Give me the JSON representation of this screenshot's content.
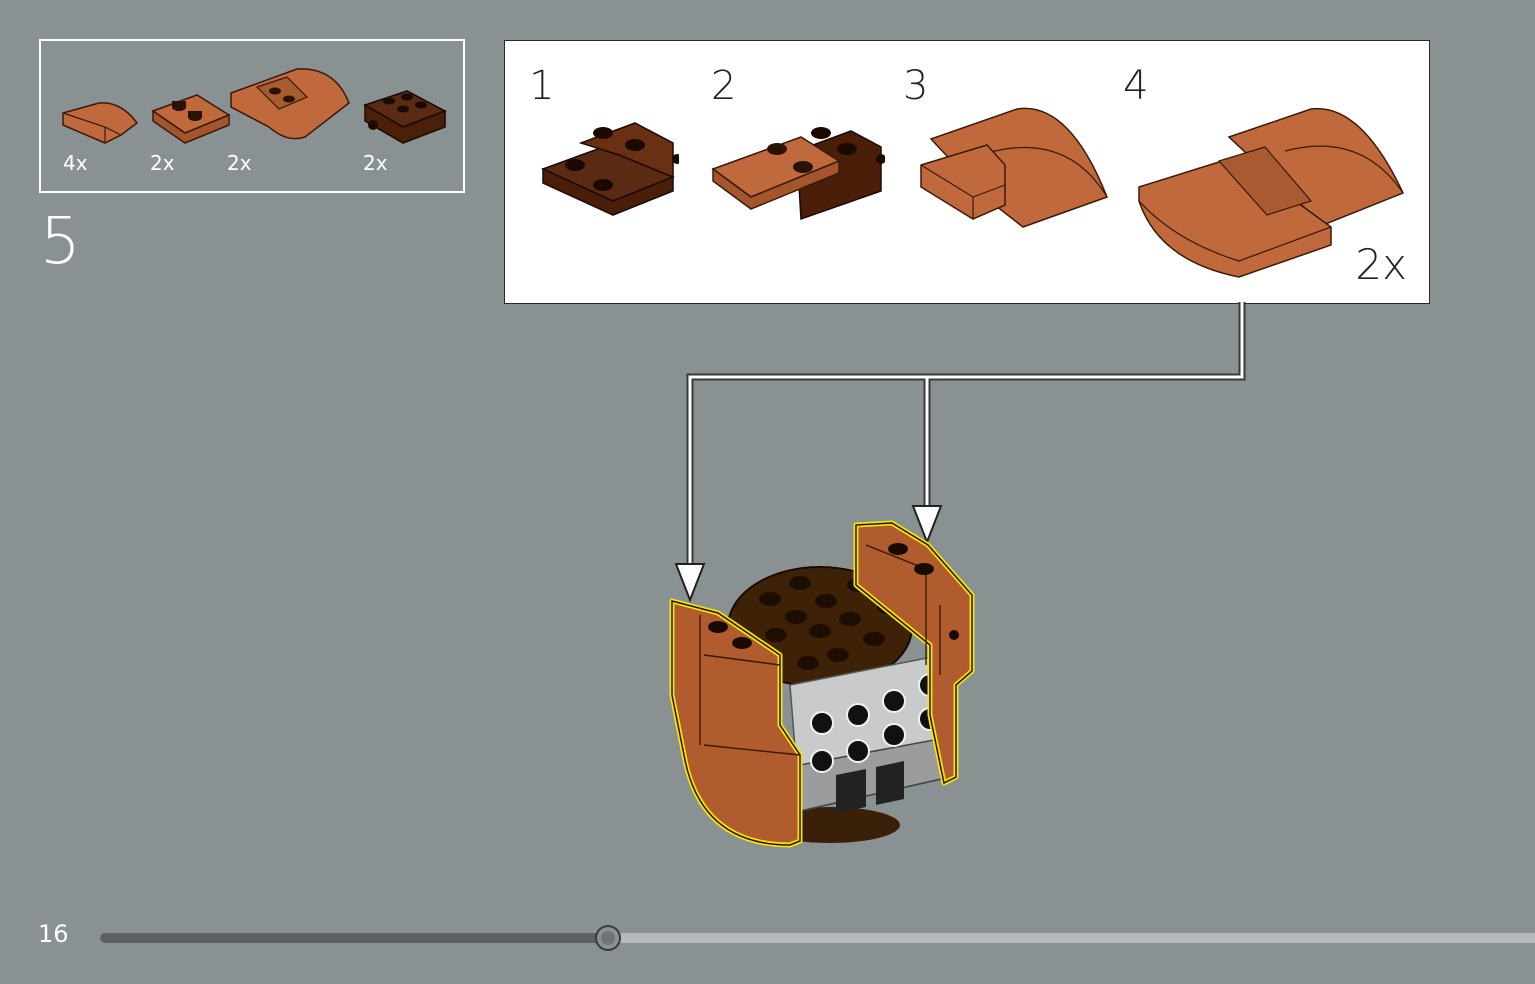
{
  "parts_list": [
    {
      "qty": "4x",
      "name": "curved-slope-icon"
    },
    {
      "qty": "2x",
      "name": "plate-2x2-icon"
    },
    {
      "qty": "2x",
      "name": "wide-curved-slope-icon"
    },
    {
      "qty": "2x",
      "name": "bracket-plate-icon"
    }
  ],
  "step": {
    "number": "5"
  },
  "sub_assembly": {
    "steps": [
      "1",
      "2",
      "3",
      "4"
    ],
    "multiplier": "2x"
  },
  "page": {
    "number": "16"
  },
  "progress": {
    "fraction": 0.353
  },
  "colors": {
    "background": "#8a9193",
    "reddish_brown": "#5a2a12",
    "medium_nougat": "#c0693c",
    "dark_brown": "#3a2008",
    "highlight": "#f5e400"
  }
}
